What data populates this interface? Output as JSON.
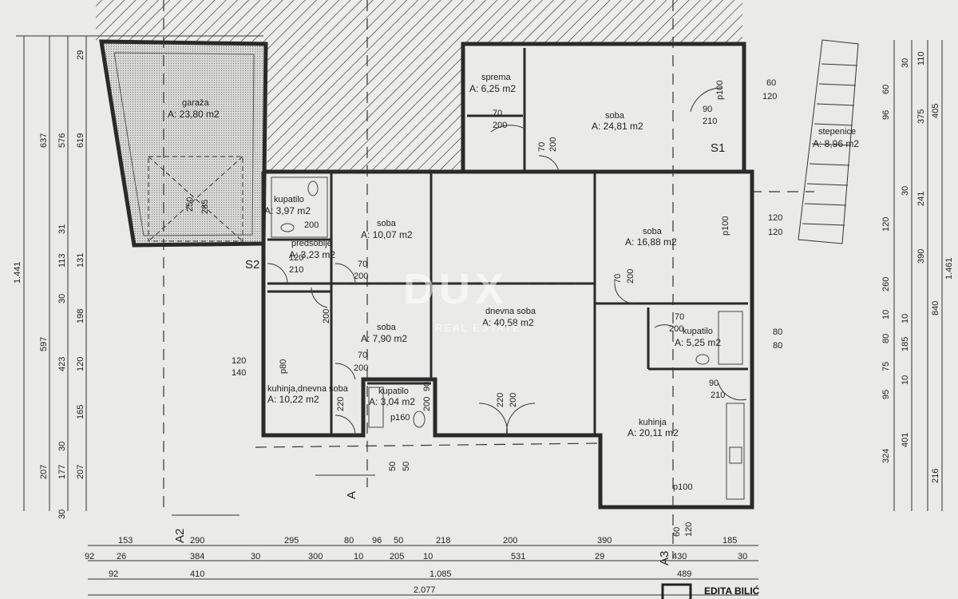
{
  "rooms": [
    {
      "id": "garaza",
      "name": "garaža",
      "area": "A: 23,80 m2"
    },
    {
      "id": "sprema",
      "name": "sprema",
      "area": "A: 6,25 m2"
    },
    {
      "id": "soba_top",
      "name": "soba",
      "area": "A: 24,81 m2"
    },
    {
      "id": "stepenice",
      "name": "stepenice",
      "area": "A: 8,96 m2"
    },
    {
      "id": "kupatilo_a",
      "name": "kupatilo",
      "area": "A: 3,97 m2"
    },
    {
      "id": "predsoblje",
      "name": "predsoblje",
      "area": "A: 3,23 m2"
    },
    {
      "id": "soba_10",
      "name": "soba",
      "area": "A: 10,07 m2"
    },
    {
      "id": "soba_16",
      "name": "soba",
      "area": "A: 16,88 m2"
    },
    {
      "id": "dnevna",
      "name": "dnevna soba",
      "area": "A: 40,58 m2"
    },
    {
      "id": "soba_7",
      "name": "soba",
      "area": "A: 7,90 m2"
    },
    {
      "id": "kupatilo_b",
      "name": "kupatilo",
      "area": "A: 5,25 m2"
    },
    {
      "id": "kuhinja_dnevna",
      "name": "kuhinja,dnevna soba",
      "area": "A: 10,22 m2"
    },
    {
      "id": "kupatilo_c",
      "name": "kupatilo",
      "area": "A: 3,04 m2"
    },
    {
      "id": "kuhinja",
      "name": "kuhinja",
      "area": "A: 20,11 m2"
    }
  ],
  "markers": {
    "s1": "S1",
    "s2": "S2",
    "a": "A",
    "a2": "A2",
    "a3": "A3"
  },
  "openings": {
    "o1": "70",
    "o2": "200",
    "o3": "90",
    "o4": "210",
    "o5": "p100",
    "o6": "60",
    "o7": "120",
    "o8": "p100",
    "o9": "120",
    "o10": "120",
    "o11": "80",
    "o12": "80",
    "o13": "90",
    "o14": "210",
    "o15": "p100",
    "o16": "120",
    "o17": "140",
    "o18": "p80",
    "o19": "220",
    "o20": "200",
    "o21": "p160",
    "o22": "50",
    "o23": "50",
    "o24": "120",
    "o25": "210",
    "o26": "200",
    "o27": "70",
    "o28": "200",
    "o29": "70",
    "o30": "200",
    "o31": "250",
    "o32": "285",
    "o33": "200",
    "o34": "70",
    "o35": "220",
    "o36": "200",
    "o37": "70",
    "o38": "200",
    "o39": "200",
    "o40": "70",
    "o41": "90",
    "o42": "200"
  },
  "dims_left": {
    "total": "1.441",
    "c2": [
      "637",
      "597",
      "207"
    ],
    "c3": [
      "576",
      "31",
      "113",
      "30",
      "423",
      "30",
      "177",
      "30"
    ],
    "c4": [
      "619",
      "131",
      "198",
      "120",
      "165",
      "207"
    ],
    "top": "29"
  },
  "dims_right": {
    "total": "1.461",
    "c2": [
      "405",
      "840",
      "216"
    ],
    "c3": [
      "110",
      "375",
      "241",
      "390",
      "401",
      "324"
    ],
    "c4": [
      "30",
      "60",
      "96",
      "30",
      "120",
      "260",
      "10",
      "185",
      "75",
      "10",
      "95"
    ],
    "c5": [
      "80",
      "10"
    ]
  },
  "dims_bottom": {
    "row1": [
      "153",
      "290",
      "295",
      "80",
      "96",
      "50",
      "218",
      "200",
      "390",
      "185"
    ],
    "row2": [
      "92",
      "26",
      "384",
      "30",
      "300",
      "10",
      "205",
      "10",
      "531",
      "29",
      "430",
      "30"
    ],
    "row3": [
      "92",
      "410",
      "1.085",
      "489"
    ],
    "row4": [
      "2.077"
    ],
    "small": [
      "60",
      "120"
    ]
  },
  "watermark": {
    "brand": "DUX",
    "sub": "REAL ESTATE"
  },
  "stamp": {
    "name": "EDITA BILIĆ"
  }
}
